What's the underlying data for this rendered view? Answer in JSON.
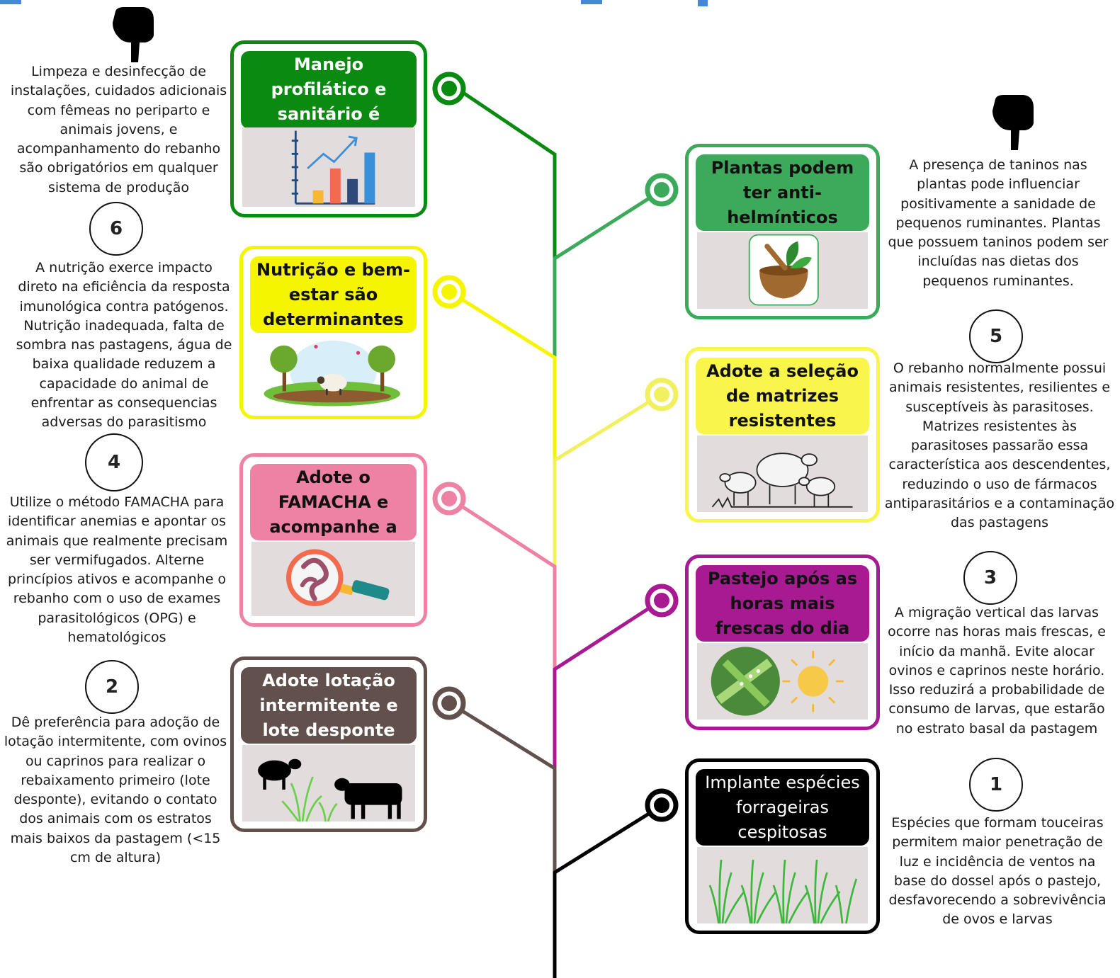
{
  "cards": {
    "c1": {
      "title": "Manejo profilático e sanitário é indispensável",
      "color": "#0a8a10",
      "icon": "bar-chart-icon"
    },
    "c2": {
      "title": "Nutrição e bem-estar são determinantes",
      "color": "#f5f500",
      "icon": "pasture-landscape-icon"
    },
    "c3": {
      "title": "Adote o FAMACHA e acompanhe a evolução com OPG",
      "color": "#ee82a4",
      "icon": "magnifier-worm-icon"
    },
    "c4": {
      "title": "Adote lotação intermitente e lote desponte",
      "color": "#61504b",
      "icon": "sheep-cow-silhouette-icon"
    },
    "c5": {
      "title": "Plantas podem ter anti-helmínticos naturais",
      "color": "#3caa5a",
      "icon": "mortar-herbs-icon"
    },
    "c6": {
      "title": "Adote a seleção de matrizes resistentes",
      "color": "#faf54a",
      "icon": "sheep-sketch-icon"
    },
    "c7": {
      "title": "Pastejo após as horas mais frescas do dia",
      "color": "#a81a92",
      "icon": "dew-leaf-sun-icon"
    },
    "c8": {
      "title": "Implante espécies forrageiras cespitosas",
      "color": "#000000",
      "icon": "grass-tufts-icon"
    }
  },
  "descriptions": {
    "d1": "Limpeza e desinfecção de instalações, cuidados adicionais com fêmeas no periparto e animais jovens, e acompanhamento do rebanho são obrigatórios em qualquer sistema de produção",
    "d2": "A nutrição exerce impacto direto na eficiência da resposta imunológica contra patógenos. Nutrição inadequada, falta de sombra nas pastagens, água de baixa qualidade reduzem a capacidade do animal de enfrentar as consequencias adversas do parasitismo",
    "d3": "Utilize o método FAMACHA para identificar anemias e apontar os animais que realmente precisam ser vermifugados. Alterne princípios ativos e acompanhe o rebanho com o uso de exames parasitológicos (OPG) e hematológicos",
    "d4": "Dê preferência para adoção de lotação intermitente, com ovinos ou caprinos para realizar o rebaixamento primeiro (lote desponte), evitando o contato dos animais com os estratos mais baixos da pastagem (<15 cm de altura)",
    "d5": "A presença de taninos nas plantas pode influenciar positivamente a sanidade de pequenos ruminantes. Plantas que possuem taninos podem ser incluídas nas dietas dos pequenos ruminantes.",
    "d6": "O rebanho normalmente possui animais resistentes, resilientes e susceptíveis às parasitoses. Matrizes resistentes às parasitoses passarão essa característica aos descendentes, reduzindo o uso de fármacos antiparasitários e a contaminação das pastagens",
    "d7": "A migração vertical das larvas ocorre nas horas mais frescas, e início da manhã. Evite alocar ovinos e caprinos neste horário. Isso reduzirá a probabilidade de consumo de larvas, que estarão no estrato basal da pastagem",
    "d8": "Espécies que formam touceiras permitem maior penetração de luz e incidência de ventos na base do dossel após o pastejo, desfavorecendo a sobrevivência de ovos e larvas"
  },
  "numbers": {
    "n6": "6",
    "n4": "4",
    "n2": "2",
    "n5": "5",
    "n3": "3",
    "n1": "1"
  },
  "icons": {
    "hand_left": "pointing-hand-icon",
    "hand_right": "pointing-hand-icon"
  }
}
